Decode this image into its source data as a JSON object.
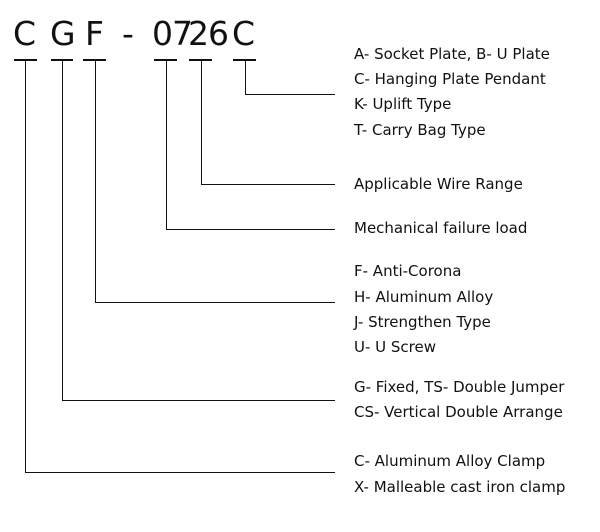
{
  "code": {
    "c1": "C",
    "c2": "G",
    "c3": "F",
    "dash": "-",
    "num1": "07",
    "num2": "26",
    "c4": "C"
  },
  "groups": [
    {
      "lines": [
        "A- Socket Plate, B- U Plate",
        "C- Hanging Plate Pendant",
        "K- Uplift Type",
        "T- Carry Bag Type"
      ]
    },
    {
      "lines": [
        "Applicable Wire Range"
      ]
    },
    {
      "lines": [
        "Mechanical failure load"
      ]
    },
    {
      "lines": [
        "F- Anti-Corona",
        "H- Aluminum Alloy",
        "J- Strengthen Type",
        "U- U Screw"
      ]
    },
    {
      "lines": [
        "G- Fixed, TS- Double Jumper",
        "CS- Vertical Double Arrange"
      ]
    },
    {
      "lines": [
        "C- Aluminum Alloy Clamp",
        "X- Malleable cast iron clamp"
      ]
    }
  ]
}
